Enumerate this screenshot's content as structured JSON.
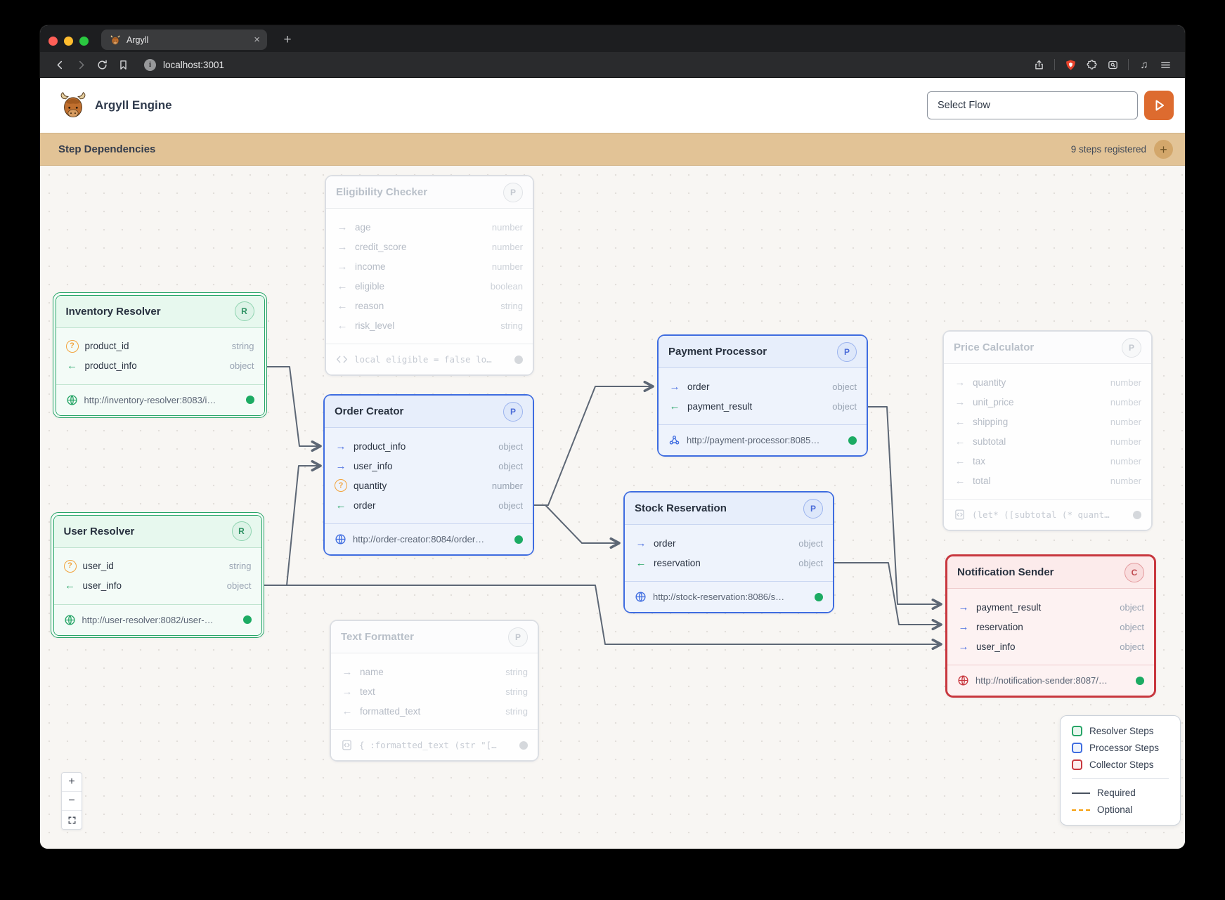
{
  "browser": {
    "tab_title": "Argyll",
    "url": "localhost:3001"
  },
  "header": {
    "app_name": "Argyll Engine",
    "flow_select_value": "Select Flow"
  },
  "banner": {
    "title": "Step Dependencies",
    "steps_count_label": "9 steps registered"
  },
  "nodes": [
    {
      "id": "eligibility-checker",
      "title": "Eligibility Checker",
      "badge": "P",
      "kind": "processor",
      "state": "inactive",
      "ports": [
        {
          "dir": "in",
          "name": "age",
          "type": "number"
        },
        {
          "dir": "in",
          "name": "credit_score",
          "type": "number"
        },
        {
          "dir": "in",
          "name": "income",
          "type": "number"
        },
        {
          "dir": "out",
          "name": "eligible",
          "type": "boolean"
        },
        {
          "dir": "out",
          "name": "reason",
          "type": "string"
        },
        {
          "dir": "out",
          "name": "risk_level",
          "type": "string"
        }
      ],
      "footer": {
        "icon": "code-icon",
        "text": "local eligible = false lo…",
        "status": "inactive"
      }
    },
    {
      "id": "inventory-resolver",
      "title": "Inventory Resolver",
      "badge": "R",
      "kind": "resolver",
      "state": "active",
      "ports": [
        {
          "dir": "optional",
          "name": "product_id",
          "type": "string"
        },
        {
          "dir": "out",
          "name": "product_info",
          "type": "object"
        }
      ],
      "footer": {
        "icon": "globe-icon",
        "text": "http://inventory-resolver:8083/i…",
        "status": "active"
      }
    },
    {
      "id": "user-resolver",
      "title": "User Resolver",
      "badge": "R",
      "kind": "resolver",
      "state": "active",
      "ports": [
        {
          "dir": "optional",
          "name": "user_id",
          "type": "string"
        },
        {
          "dir": "out",
          "name": "user_info",
          "type": "object"
        }
      ],
      "footer": {
        "icon": "globe-icon",
        "text": "http://user-resolver:8082/user-…",
        "status": "active"
      }
    },
    {
      "id": "order-creator",
      "title": "Order Creator",
      "badge": "P",
      "kind": "processor",
      "state": "active",
      "ports": [
        {
          "dir": "in",
          "name": "product_info",
          "type": "object"
        },
        {
          "dir": "in",
          "name": "user_info",
          "type": "object"
        },
        {
          "dir": "optional",
          "name": "quantity",
          "type": "number"
        },
        {
          "dir": "out",
          "name": "order",
          "type": "object"
        }
      ],
      "footer": {
        "icon": "globe-icon",
        "text": "http://order-creator:8084/order…",
        "status": "active"
      }
    },
    {
      "id": "payment-processor",
      "title": "Payment Processor",
      "badge": "P",
      "kind": "processor",
      "state": "active",
      "ports": [
        {
          "dir": "in",
          "name": "order",
          "type": "object"
        },
        {
          "dir": "out",
          "name": "payment_result",
          "type": "object"
        }
      ],
      "footer": {
        "icon": "webhook-icon",
        "text": "http://payment-processor:8085…",
        "status": "active"
      }
    },
    {
      "id": "stock-reservation",
      "title": "Stock Reservation",
      "badge": "P",
      "kind": "processor",
      "state": "active",
      "ports": [
        {
          "dir": "in",
          "name": "order",
          "type": "object"
        },
        {
          "dir": "out",
          "name": "reservation",
          "type": "object"
        }
      ],
      "footer": {
        "icon": "globe-icon",
        "text": "http://stock-reservation:8086/s…",
        "status": "active"
      }
    },
    {
      "id": "price-calculator",
      "title": "Price Calculator",
      "badge": "P",
      "kind": "processor",
      "state": "inactive",
      "ports": [
        {
          "dir": "in",
          "name": "quantity",
          "type": "number"
        },
        {
          "dir": "in",
          "name": "unit_price",
          "type": "number"
        },
        {
          "dir": "out",
          "name": "shipping",
          "type": "number"
        },
        {
          "dir": "out",
          "name": "subtotal",
          "type": "number"
        },
        {
          "dir": "out",
          "name": "tax",
          "type": "number"
        },
        {
          "dir": "out",
          "name": "total",
          "type": "number"
        }
      ],
      "footer": {
        "icon": "file-code-icon",
        "text": "(let* ([subtotal (* quant…",
        "status": "inactive"
      }
    },
    {
      "id": "text-formatter",
      "title": "Text Formatter",
      "badge": "P",
      "kind": "processor",
      "state": "inactive",
      "ports": [
        {
          "dir": "in",
          "name": "name",
          "type": "string"
        },
        {
          "dir": "in",
          "name": "text",
          "type": "string"
        },
        {
          "dir": "out",
          "name": "formatted_text",
          "type": "string"
        }
      ],
      "footer": {
        "icon": "file-code-icon",
        "text": "{ :formatted_text (str \"[…",
        "status": "inactive"
      }
    },
    {
      "id": "notification-sender",
      "title": "Notification Sender",
      "badge": "C",
      "kind": "collector",
      "state": "active",
      "ports": [
        {
          "dir": "in",
          "name": "payment_result",
          "type": "object"
        },
        {
          "dir": "in",
          "name": "reservation",
          "type": "object"
        },
        {
          "dir": "in",
          "name": "user_info",
          "type": "object"
        }
      ],
      "footer": {
        "icon": "globe-icon",
        "text": "http://notification-sender:8087/…",
        "status": "active"
      }
    }
  ],
  "edges": [
    {
      "from": "inventory-resolver",
      "from_port": "product_info",
      "to": "order-creator",
      "to_port": "product_info",
      "kind": "required"
    },
    {
      "from": "user-resolver",
      "from_port": "user_info",
      "to": "order-creator",
      "to_port": "user_info",
      "kind": "required"
    },
    {
      "from": "user-resolver",
      "from_port": "user_info",
      "to": "notification-sender",
      "to_port": "user_info",
      "kind": "required"
    },
    {
      "from": "order-creator",
      "from_port": "order",
      "to": "payment-processor",
      "to_port": "order",
      "kind": "required"
    },
    {
      "from": "order-creator",
      "from_port": "order",
      "to": "stock-reservation",
      "to_port": "order",
      "kind": "required"
    },
    {
      "from": "payment-processor",
      "from_port": "payment_result",
      "to": "notification-sender",
      "to_port": "payment_result",
      "kind": "required"
    },
    {
      "from": "stock-reservation",
      "from_port": "reservation",
      "to": "notification-sender",
      "to_port": "reservation",
      "kind": "required"
    }
  ],
  "legend": {
    "items": [
      {
        "label": "Resolver Steps",
        "color": "#27a567",
        "fill": "#e9f7ef"
      },
      {
        "label": "Processor Steps",
        "color": "#3e6ce0",
        "fill": "#eef3fc"
      },
      {
        "label": "Collector Steps",
        "color": "#c8373e",
        "fill": "#fdeeee"
      }
    ],
    "lines": [
      {
        "label": "Required",
        "style": "solid",
        "color": "#4a5360"
      },
      {
        "label": "Optional",
        "style": "dashed",
        "color": "#f59e0b"
      }
    ]
  },
  "zoom_controls": {
    "zoom_in_label": "+",
    "zoom_out_label": "−"
  },
  "colors": {
    "accent_orange": "#dd6b2f",
    "banner_bg": "#e2c396",
    "status_ok": "#1cab63",
    "edge": "#5d6775"
  }
}
